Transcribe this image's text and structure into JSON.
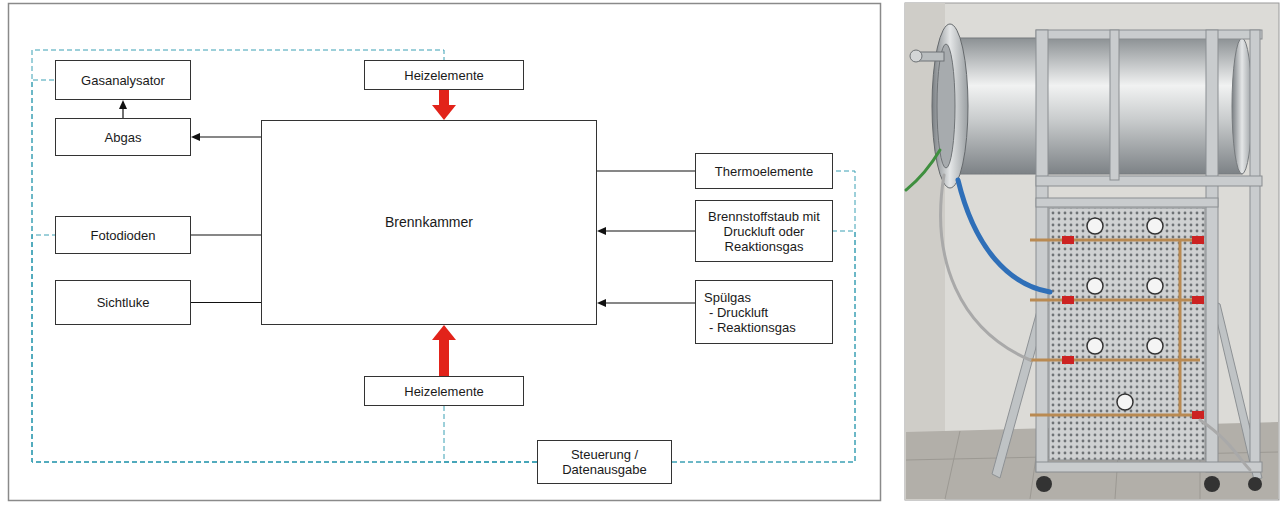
{
  "diagram": {
    "nodes": [
      {
        "text": [
          "Heizelemente"
        ]
      },
      {
        "text": [
          "Gasanalysator"
        ]
      },
      {
        "text": [
          "Abgas"
        ]
      },
      {
        "text": [
          "Brennkammer"
        ]
      },
      {
        "text": [
          "Thermoelemente"
        ]
      },
      {
        "text": [
          "Fotodioden"
        ]
      },
      {
        "text": [
          "Brennstoffstaub mit Druckluft oder Reaktionsgas"
        ]
      },
      {
        "text": [
          "Sichtluke"
        ]
      },
      {
        "text": [
          "Spülgas",
          "- Druckluft",
          "- Reaktionsgas"
        ]
      },
      {
        "text": [
          "Heizelemente"
        ]
      },
      {
        "text": [
          "Steuerung / Datenausgabe"
        ]
      }
    ],
    "edges": [
      {
        "from": 2,
        "to": 1,
        "arrow": "to"
      },
      {
        "from": 3,
        "to": 2,
        "arrow": "to"
      },
      {
        "from": 5,
        "to": 3,
        "arrow": "none"
      },
      {
        "from": 7,
        "to": 3,
        "arrow": "none"
      },
      {
        "from": 4,
        "to": 3,
        "arrow": "none"
      },
      {
        "from": 6,
        "to": 3,
        "arrow": "to"
      },
      {
        "from": 8,
        "to": 3,
        "arrow": "to"
      },
      {
        "from": 0,
        "to": 3,
        "arrow": "to"
      },
      {
        "from": 9,
        "to": 3,
        "arrow": "to"
      },
      {
        "from": 10,
        "to": 0,
        "arrow": "none"
      },
      {
        "from": 10,
        "to": 1,
        "arrow": "none"
      },
      {
        "from": 10,
        "to": 5,
        "arrow": "none"
      },
      {
        "from": 10,
        "to": 9,
        "arrow": "none"
      },
      {
        "from": 10,
        "to": 4,
        "arrow": "none"
      },
      {
        "from": 10,
        "to": 6,
        "arrow": "none"
      }
    ]
  }
}
